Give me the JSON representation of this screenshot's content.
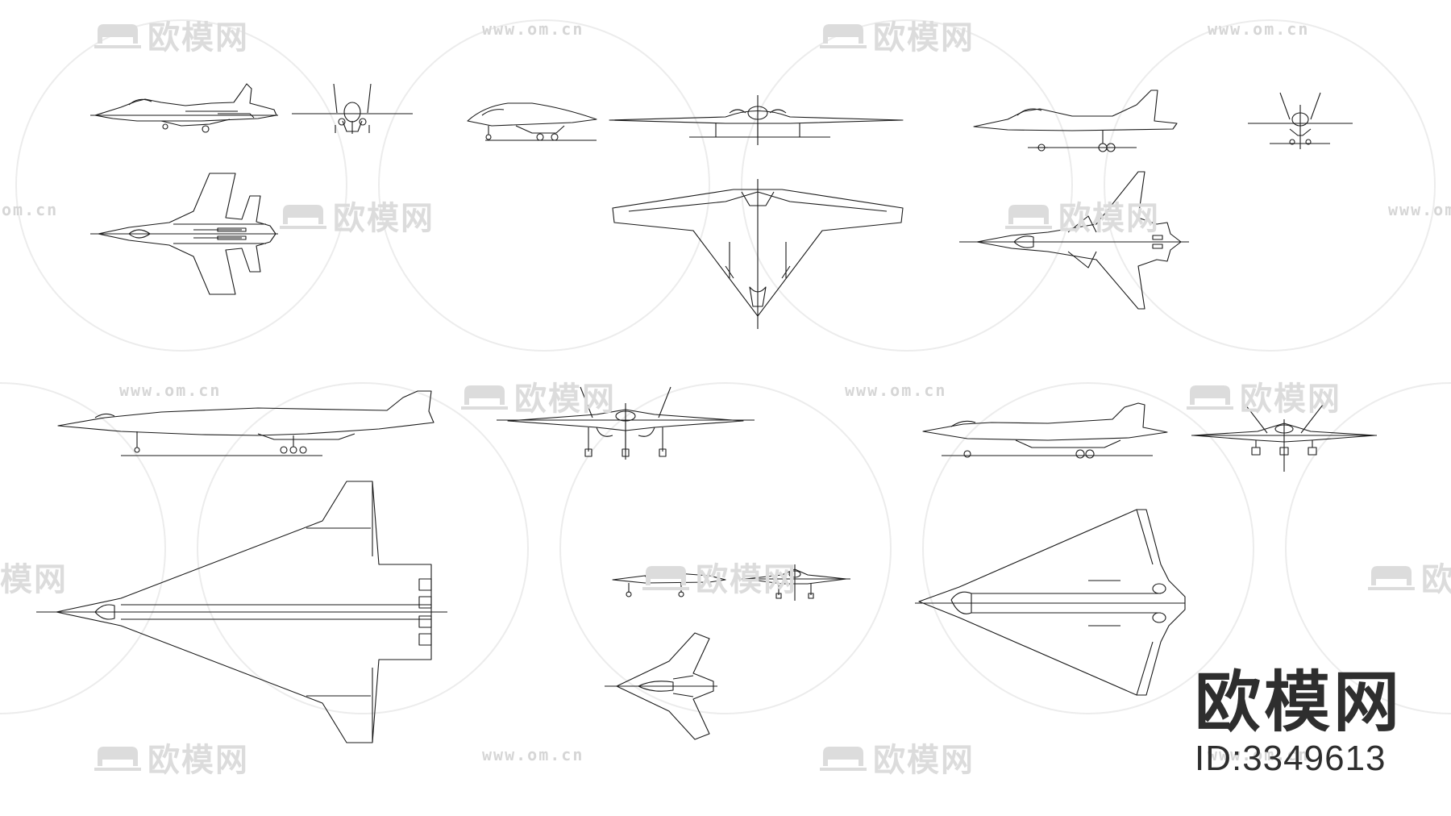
{
  "watermark": {
    "logo_text": "欧模网",
    "url_text": "www.om.cn",
    "url_fragment": "om.cn",
    "logo_fragment": "模网"
  },
  "brand": {
    "name": "欧模网",
    "id_text": "ID:3349613"
  },
  "drawing": {
    "line_color": "#1a1a1a",
    "watermark_color": "#dcdcdc",
    "background": "#ffffff",
    "aircraft": [
      {
        "name": "su27-style-fighter",
        "views": [
          "side",
          "front",
          "top"
        ]
      },
      {
        "name": "flying-wing-bomber",
        "views": [
          "side",
          "front",
          "top"
        ]
      },
      {
        "name": "canard-fighter",
        "views": [
          "side",
          "front",
          "top"
        ]
      },
      {
        "name": "supersonic-strike-aircraft",
        "views": [
          "side",
          "front",
          "top"
        ]
      },
      {
        "name": "small-stealth-uav",
        "views": [
          "side",
          "front",
          "top"
        ]
      },
      {
        "name": "delta-stealth-fighter",
        "views": [
          "side",
          "front",
          "top"
        ]
      }
    ]
  }
}
